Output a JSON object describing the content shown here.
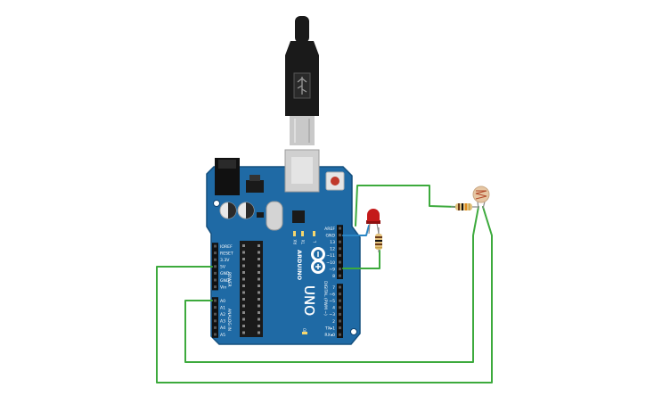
{
  "board": {
    "brand": "ARDUINO",
    "model": "UNO",
    "power_header_label": "POWER",
    "analog_header_label": "ANALOG IN",
    "digital_header_label": "DIGITAL (PWM ~)",
    "tx_led": "TX",
    "rx_led": "RX",
    "l_led": "L",
    "on_led": "ON",
    "power_pins": [
      "IOREF",
      "RESET",
      "3.3V",
      "5V",
      "GND",
      "GND",
      "Vin"
    ],
    "analog_pins": [
      "A0",
      "A1",
      "A2",
      "A3",
      "A4",
      "A5"
    ],
    "digital_pins_upper": [
      "AREF",
      "GND",
      "13",
      "12",
      "~11",
      "~10",
      "~9",
      "8"
    ],
    "digital_pins_lower": [
      "7",
      "~6",
      "~5",
      "4",
      "~3",
      "2",
      "TX▸1",
      "RX◂0"
    ]
  },
  "colors": {
    "board": "#1f6aa5",
    "board_edge": "#15507f",
    "wire": "#3daa3d",
    "wire_blue": "#2b86c5",
    "led_red": "#c41a1a",
    "resistor_body": "#e2c27e",
    "usb_black": "#1a1a1a",
    "usb_silver": "#c9c9c9"
  },
  "icons": {
    "arduino_logo": "infinity-logo-icon"
  }
}
